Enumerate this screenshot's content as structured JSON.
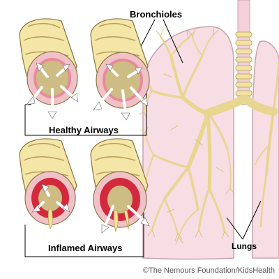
{
  "labels": {
    "bronchioles": "Bronchioles",
    "healthy": "Healthy Airways",
    "inflamed": "Inflamed Airways",
    "lungs": "Lungs"
  },
  "credit": "©The Nemours Foundation/KidsHealth",
  "colors": {
    "lung_fill": "#f7dde4",
    "lung_outline": "#c9a3ae",
    "trachea": "#f3d0da",
    "airway_tree": "#f1e3a6",
    "airway_wall": "#f4e6a6",
    "mucosa": "#f0c2c8",
    "inflamed_lining": "#d3293c",
    "lumen": "#cdbd84",
    "mucus": "#f2e39a",
    "arrow": "#ffffff"
  }
}
